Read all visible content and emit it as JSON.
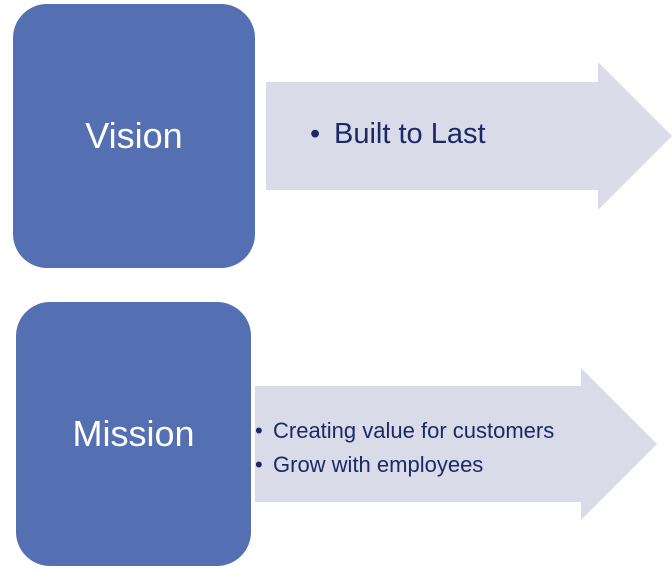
{
  "diagram": {
    "colors": {
      "box_fill": "#5470b3",
      "box_text": "#ffffff",
      "arrow_fill": "#d9dbe9",
      "arrow_text": "#1a2a66"
    },
    "rows": [
      {
        "label": "Vision",
        "bullets": [
          "Built to Last"
        ]
      },
      {
        "label": "Mission",
        "bullets": [
          "Creating value for customers",
          "Grow with employees"
        ]
      }
    ],
    "bullet_glyph": "•"
  }
}
